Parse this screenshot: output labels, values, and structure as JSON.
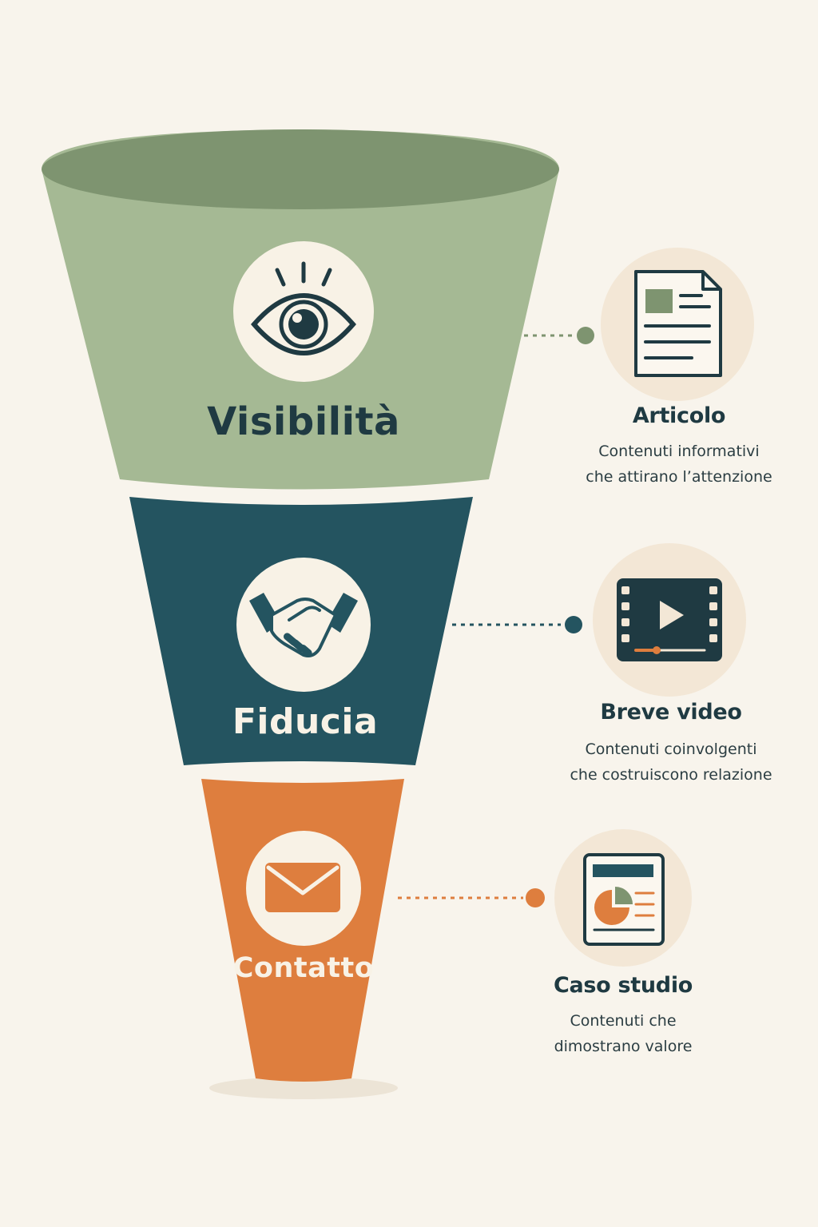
{
  "colors": {
    "background": "#f8f4ec",
    "green": "#a5b994",
    "green_dark": "#7e9470",
    "teal": "#245460",
    "orange": "#de7e3e",
    "cream": "#f8f2e6",
    "badge": "#f3e7d6",
    "ink": "#1f3a42"
  },
  "funnel": [
    {
      "title": "Visibilità",
      "icon": "eye-icon"
    },
    {
      "title": "Fiducia",
      "icon": "handshake-icon"
    },
    {
      "title": "Contatto",
      "icon": "envelope-icon"
    }
  ],
  "cards": [
    {
      "title": "Articolo",
      "line1": "Contenuti informativi",
      "line2": "che attirano l’attenzione",
      "icon": "document-icon"
    },
    {
      "title": "Breve video",
      "line1": "Contenuti coinvolgenti",
      "line2": "che costruiscono relazione",
      "icon": "video-icon"
    },
    {
      "title": "Caso studio",
      "line1": "Contenuti che",
      "line2": "dimostrano valore",
      "icon": "report-chart-icon"
    }
  ]
}
